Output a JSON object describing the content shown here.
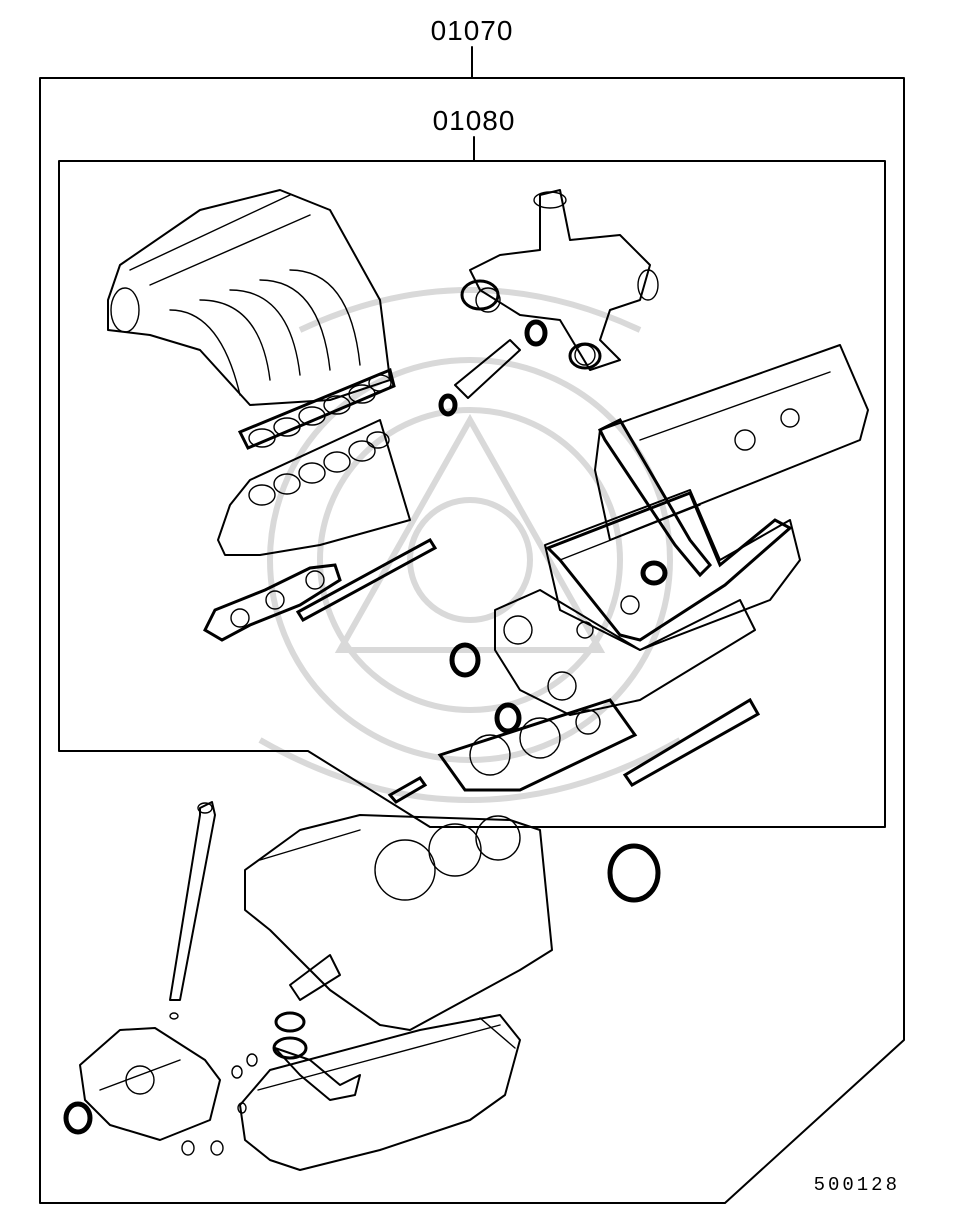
{
  "labels": {
    "outer_kit": "01070",
    "inner_kit": "01080",
    "diagram_code": "500128"
  },
  "colors": {
    "line": "#000000",
    "background": "#ffffff",
    "watermark": "#d9d9d9"
  }
}
